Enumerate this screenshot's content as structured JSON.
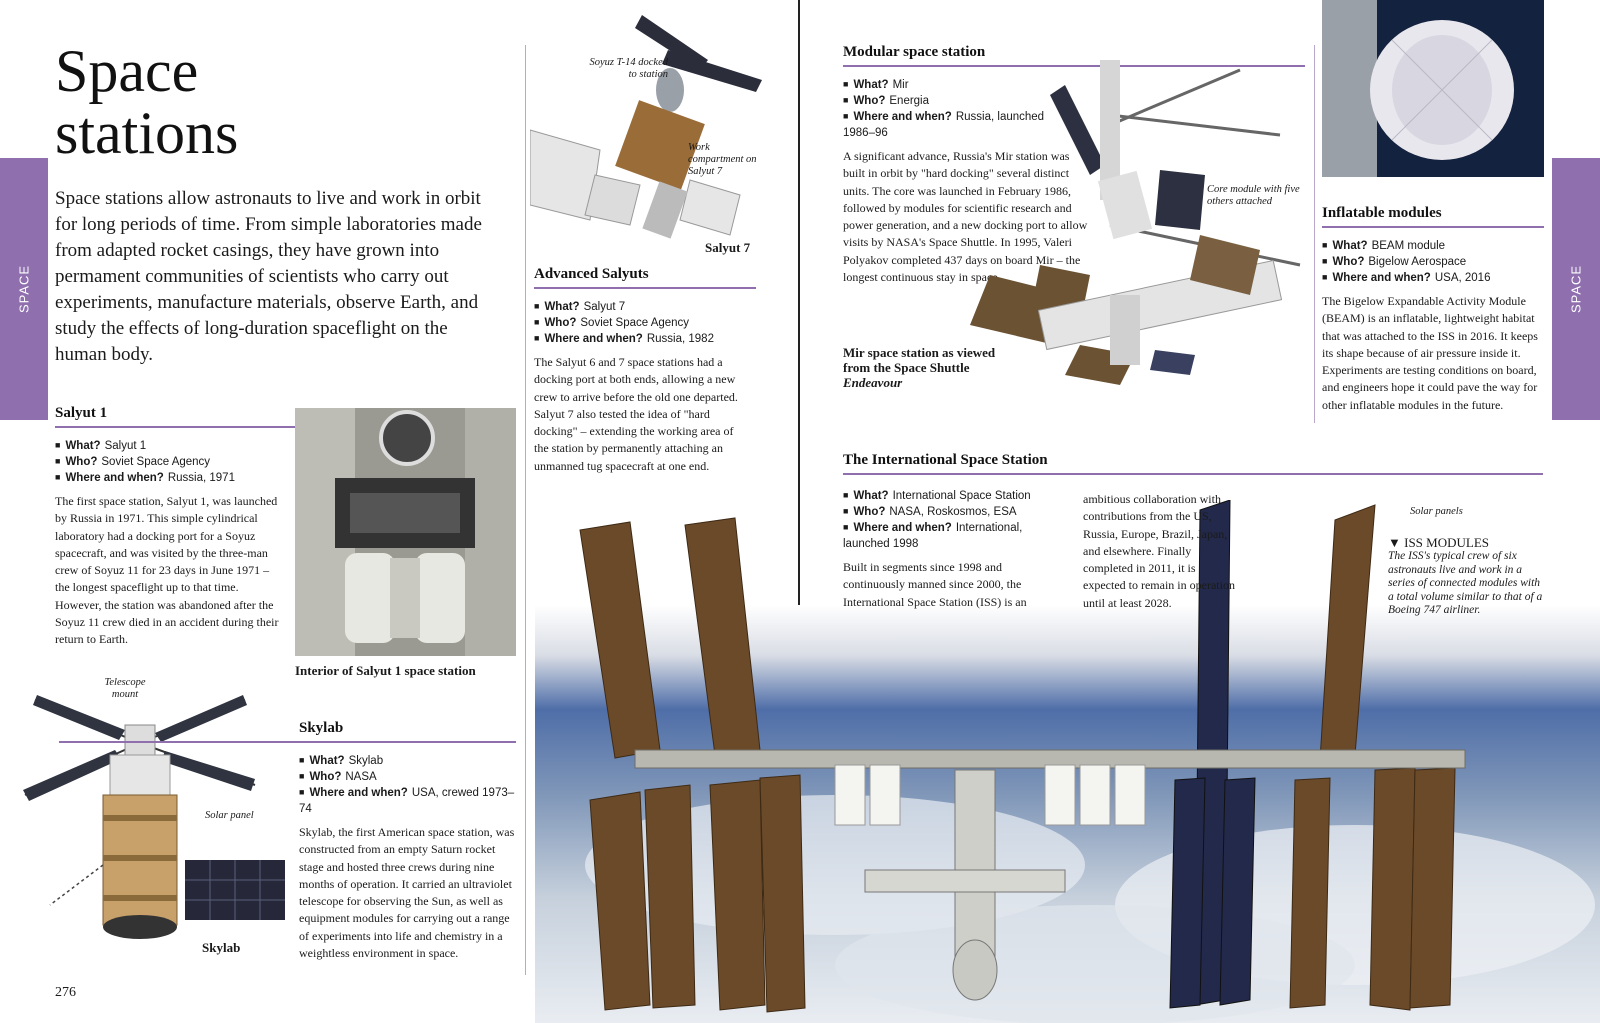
{
  "tabs": {
    "left": "SPACE",
    "right": "SPACE"
  },
  "page_number": "276",
  "title_line1": "Space",
  "title_line2": "stations",
  "intro": "Space stations allow astronauts to live and work in orbit for long periods of time. From simple laboratories made from adapted rocket casings, they have grown into permament communities of scientists who carry out experiments, manufacture materials, observe Earth, and study the effects of long-duration spaceflight on the human body.",
  "salyut1": {
    "heading": "Salyut 1",
    "facts": [
      {
        "label": "What?",
        "value": "Salyut 1"
      },
      {
        "label": "Who?",
        "value": "Soviet Space Agency"
      },
      {
        "label": "Where and when?",
        "value": "Russia, 1971"
      }
    ],
    "body": "The first space station, Salyut 1, was launched by Russia in 1971. This simple cylindrical laboratory had a docking port for a Soyuz spacecraft, and was visited by the three-man crew of Soyuz 11 for 23 days in June 1971 – the longest spaceflight up to that time. However, the station was abandoned after the Soyuz 11 crew died in an accident during their return to Earth.",
    "photo_caption": "Interior of Salyut 1 space station"
  },
  "skylab": {
    "heading": "Skylab",
    "facts": [
      {
        "label": "What?",
        "value": "Skylab"
      },
      {
        "label": "Who?",
        "value": "NASA"
      },
      {
        "label": "Where and when?",
        "value": "USA, crewed 1973–74"
      }
    ],
    "body": "Skylab, the first American space station, was constructed from an empty Saturn rocket stage and hosted three crews during nine months of operation. It carried an ultraviolet telescope for observing the Sun, as well as equipment modules for carrying out a range of experiments into life and chemistry in a weightless environment in space.",
    "label_telescope": "Telescope mount",
    "label_solar": "Solar panel",
    "image_caption": "Skylab"
  },
  "salyut7": {
    "label_soyuz": "Soyuz T-14 docked to station",
    "label_work": "Work compartment on Salyut 7",
    "image_caption": "Salyut 7"
  },
  "advanced": {
    "heading": "Advanced Salyuts",
    "facts": [
      {
        "label": "What?",
        "value": "Salyut 7"
      },
      {
        "label": "Who?",
        "value": "Soviet Space Agency"
      },
      {
        "label": "Where and when?",
        "value": "Russia, 1982"
      }
    ],
    "body": "The Salyut 6 and 7 space stations had a docking port at both ends, allowing a new crew to arrive before the old one departed. Salyut 7 also tested the idea of \"hard docking\" – extending the working area of the station by permanently attaching an unmanned tug spacecraft at one end."
  },
  "mir": {
    "heading": "Modular space station",
    "facts": [
      {
        "label": "What?",
        "value": "Mir"
      },
      {
        "label": "Who?",
        "value": "Energia"
      },
      {
        "label": "Where and when?",
        "value": "Russia, launched 1986–96"
      }
    ],
    "body": "A significant advance, Russia's Mir station was built in orbit by \"hard docking\" several distinct units. The core was launched in February 1986, followed by modules for scientific research and power generation, and a new docking port to allow visits by NASA's Space Shuttle. In 1995, Valeri Polyakov completed 437 days on board Mir – the longest continuous stay in space.",
    "label_core": "Core module with five others attached",
    "caption_a": "Mir space station as viewed from the Space Shuttle ",
    "caption_b": "Endeavour"
  },
  "inflatable": {
    "heading": "Inflatable modules",
    "facts": [
      {
        "label": "What?",
        "value": "BEAM module"
      },
      {
        "label": "Who?",
        "value": "Bigelow Aerospace"
      },
      {
        "label": "Where and when?",
        "value": "USA, 2016"
      }
    ],
    "body": "The Bigelow Expandable Activity Module (BEAM) is an inflatable, lightweight habitat that was attached to the ISS in 2016. It keeps its shape because of air pressure inside it. Experiments are testing conditions on board, and engineers hope it could pave the way for other inflatable modules in the future."
  },
  "iss": {
    "heading": "The International Space Station",
    "facts": [
      {
        "label": "What?",
        "value": "International Space Station"
      },
      {
        "label": "Who?",
        "value": "NASA, Roskosmos, ESA"
      },
      {
        "label": "Where and when?",
        "value": "International, launched 1998"
      }
    ],
    "body1": "Built in segments since 1998 and continuously manned since 2000, the International Space Station (ISS) is an",
    "body2": "ambitious collaboration with contributions from the US, Russia, Europe, Brazil, Japan, and elsewhere. Finally completed in 2011, it is expected to remain in operation until at least 2028.",
    "label_solar": "Solar panels",
    "modules_heading": "▼ ISS MODULES",
    "modules_text": "The ISS's typical crew of six astronauts live and work in a series of connected modules with a total volume similar to that of a Boeing 747 airliner."
  },
  "colors": {
    "accent": "#8f6fae",
    "ink": "#1a1a1a",
    "panel": "#6b4a2a"
  }
}
